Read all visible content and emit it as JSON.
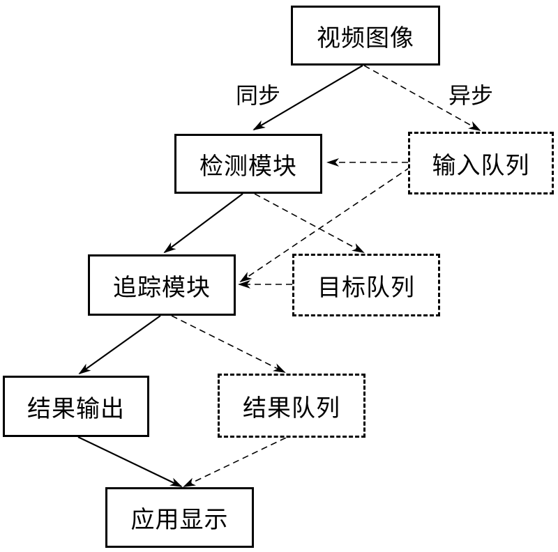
{
  "nodes": {
    "video": "视频图像",
    "detect": "检测模块",
    "input_queue": "输入队列",
    "track": "追踪模块",
    "target_queue": "目标队列",
    "output": "结果输出",
    "result_queue": "结果队列",
    "display": "应用显示"
  },
  "labels": {
    "sync": "同步",
    "async": "异步"
  },
  "edges": [
    {
      "from": "video",
      "to": "detect",
      "style": "solid"
    },
    {
      "from": "video",
      "to": "input_queue",
      "style": "dashed"
    },
    {
      "from": "input_queue",
      "to": "detect",
      "style": "dashed"
    },
    {
      "from": "detect",
      "to": "track",
      "style": "solid"
    },
    {
      "from": "detect",
      "to": "target_queue",
      "style": "dashed"
    },
    {
      "from": "input_queue",
      "to": "track",
      "style": "dashed"
    },
    {
      "from": "target_queue",
      "to": "track",
      "style": "dashed"
    },
    {
      "from": "track",
      "to": "output",
      "style": "solid"
    },
    {
      "from": "track",
      "to": "result_queue",
      "style": "dashed"
    },
    {
      "from": "output",
      "to": "display",
      "style": "solid"
    },
    {
      "from": "result_queue",
      "to": "display",
      "style": "dashed"
    }
  ]
}
